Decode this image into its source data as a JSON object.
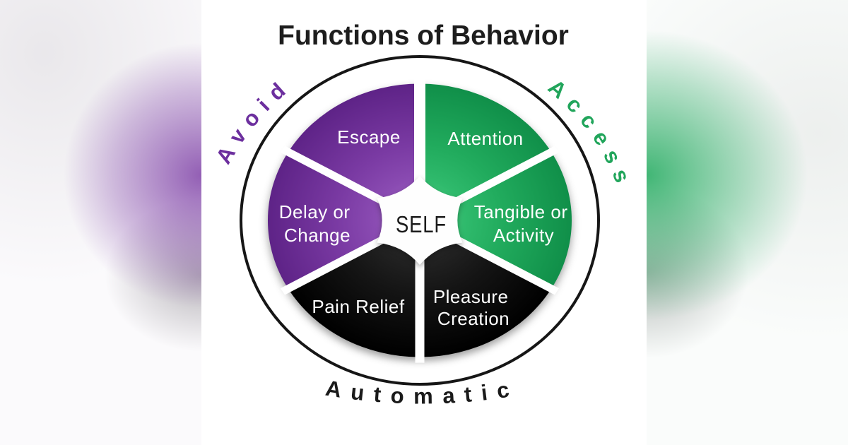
{
  "title": "Functions of Behavior",
  "center": {
    "label": "SELF"
  },
  "groups": [
    {
      "name": "Avoid",
      "color": "#6C2F9E",
      "functions": [
        "Escape",
        "Delay or Change"
      ]
    },
    {
      "name": "Access",
      "color": "#21A55B",
      "functions": [
        "Attention",
        "Tangible or Activity"
      ]
    },
    {
      "name": "Automatic",
      "color": "#1A1A1A",
      "functions": [
        "Pain Relief",
        "Pleasure Creation"
      ]
    }
  ],
  "segments": [
    {
      "id": "attention",
      "group": "Access",
      "color_key": "green",
      "lines": [
        "Attention"
      ]
    },
    {
      "id": "tangible-or-activity",
      "group": "Access",
      "color_key": "green",
      "lines": [
        "Tangible or",
        "Activity"
      ]
    },
    {
      "id": "pleasure-creation",
      "group": "Automatic",
      "color_key": "black",
      "lines": [
        "Pleasure",
        "Creation"
      ]
    },
    {
      "id": "pain-relief",
      "group": "Automatic",
      "color_key": "black",
      "lines": [
        "Pain Relief"
      ]
    },
    {
      "id": "delay-or-change",
      "group": "Avoid",
      "color_key": "purple",
      "lines": [
        "Delay or",
        "Change"
      ]
    },
    {
      "id": "escape",
      "group": "Avoid",
      "color_key": "purple",
      "lines": [
        "Escape"
      ]
    }
  ],
  "colors": {
    "purple": "#7E3FA6",
    "green": "#22AC5F",
    "black": "#121212",
    "outline": "#161616",
    "label_text": "#FFFFFF",
    "title_text": "#1D1D1D",
    "background": "#FFFFFF"
  }
}
